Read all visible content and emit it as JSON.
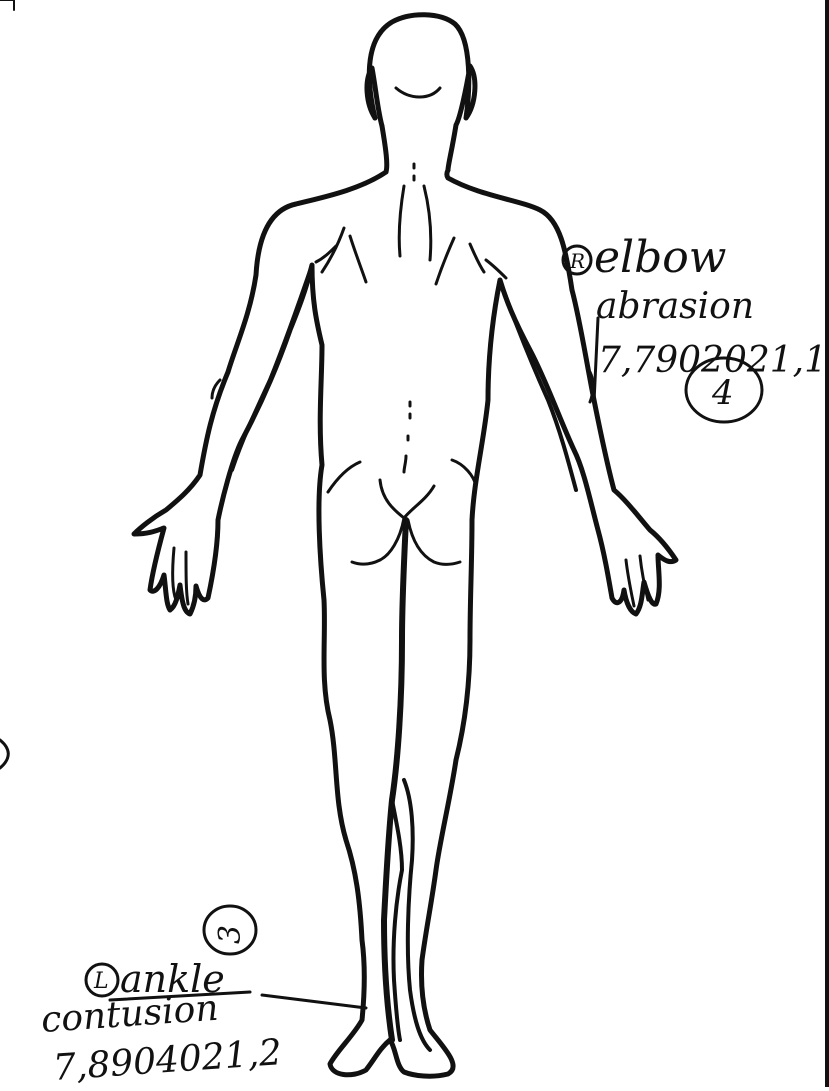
{
  "annotations": {
    "right_elbow": {
      "side_marker": "R",
      "location": "elbow",
      "injury": "abrasion",
      "code": "7,7902021,1",
      "circled_number": "4"
    },
    "left_ankle": {
      "side_marker": "L",
      "location": "ankle",
      "injury": "contusion",
      "code": "7,8904021,2",
      "circled_number": "3"
    }
  },
  "colors": {
    "ink": "#111111",
    "paper": "#ffffff"
  }
}
